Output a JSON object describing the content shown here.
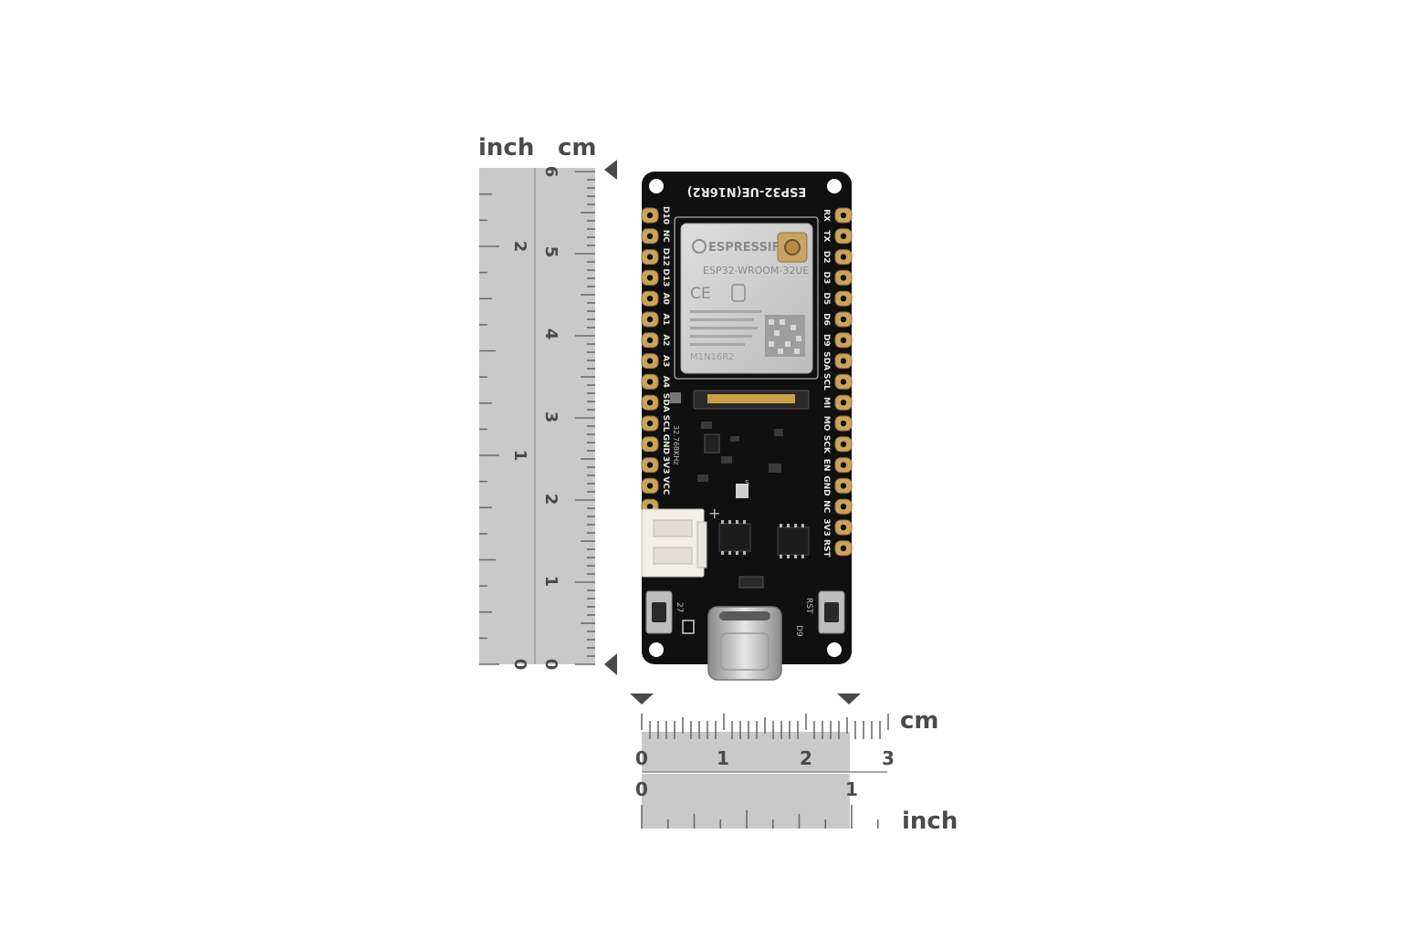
{
  "colors": {
    "ruler_fill": "#c9c9c9",
    "ruler_line": "#8c8c8c",
    "pcb": "#101010",
    "pad": "#caa45a",
    "shield": "#cfcfcf",
    "label": "#4a4a4a"
  },
  "vertical_ruler": {
    "inch_label": "inch",
    "cm_label": "cm",
    "inch_numbers": [
      "2",
      "1",
      "0"
    ],
    "cm_numbers": [
      "6",
      "5",
      "4",
      "3",
      "2",
      "1",
      "0"
    ]
  },
  "horizontal_ruler": {
    "cm_label": "cm",
    "inch_label": "inch",
    "cm_numbers": [
      "0",
      "1",
      "2",
      "3"
    ],
    "inch_numbers": [
      "0",
      "1"
    ]
  },
  "board": {
    "title": "ESP32-UE(N16R2)",
    "module_brand": "ESPRESSIF",
    "module_model": "ESP32-WROOM-32UE",
    "module_marks": "CE",
    "module_variant": "M1N16R2",
    "left_pins": [
      "D10",
      "NC",
      "D12",
      "D13",
      "A0",
      "A1",
      "A2",
      "A3",
      "A4",
      "SDA",
      "SCL",
      "GND",
      "3V3",
      "VCC"
    ],
    "right_pins": [
      "RX",
      "TX",
      "D2",
      "D3",
      "D5",
      "D6",
      "D9",
      "SDA",
      "SCL",
      "MI",
      "MO",
      "SCK",
      "EN",
      "GND",
      "NC",
      "3V3",
      "RST"
    ],
    "crystal_label": "32.768KHz",
    "battery_plus": "+",
    "led_num": "5",
    "button_left_label": "27",
    "button_right_label": "RST",
    "led_right_label": "D9"
  }
}
